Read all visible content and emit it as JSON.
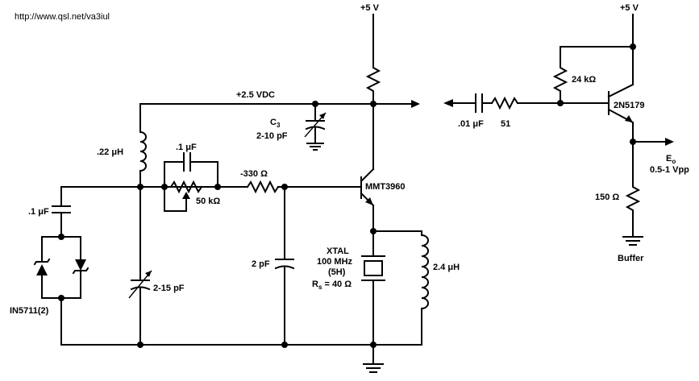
{
  "source_url": "http://www.qsl.net/va3iul",
  "supply": {
    "plus5v_osc": "+5 V",
    "plus5v_buffer": "+5 V",
    "rail_2v5": "+2.5 VDC"
  },
  "components": {
    "c_01uf_left": ".1 μF",
    "l_022uh": ".22 μH",
    "c_01uf_feedback": ".1 μF",
    "pot_50k": "50 kΩ",
    "r_330": "-330 Ω",
    "c3_name": "C",
    "c3_sub": "3",
    "c3_value": "2-10 pF",
    "transistor_osc": "MMT3960",
    "c_2pf": "2 pF",
    "c_2_15pf": "2-15 pF",
    "diode": "IN5711(2)",
    "xtal_line1": "XTAL",
    "xtal_line2": "100 MHz",
    "xtal_line3": "(5H)",
    "xtal_rs_name": "R",
    "xtal_rs_sub": "s",
    "xtal_rs_value": " = 40 Ω",
    "l_24uh": "2.4 μH",
    "r_24k": "24 kΩ",
    "transistor_buf": "2N5179",
    "c_01uf_out": ".01 μF",
    "r_51": "51",
    "eo_name": "E",
    "eo_sub": "o",
    "eo_value": "0.5-1 Vpp",
    "r_150": "150 Ω",
    "buffer": "Buffer"
  }
}
